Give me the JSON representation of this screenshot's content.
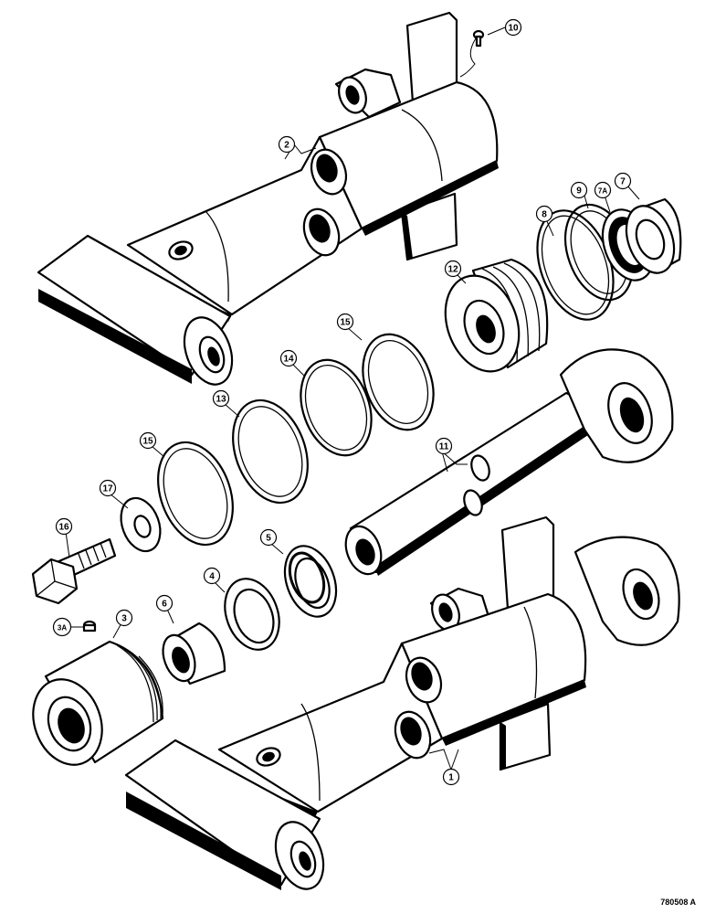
{
  "figure_code": "780508 A",
  "callouts": [
    {
      "id": "c10",
      "label": "10"
    },
    {
      "id": "c2",
      "label": "2"
    },
    {
      "id": "c9",
      "label": "9"
    },
    {
      "id": "c7A",
      "label": "7A"
    },
    {
      "id": "c7",
      "label": "7"
    },
    {
      "id": "c8",
      "label": "8"
    },
    {
      "id": "c12",
      "label": "12"
    },
    {
      "id": "c15a",
      "label": "15"
    },
    {
      "id": "c14",
      "label": "14"
    },
    {
      "id": "c13",
      "label": "13"
    },
    {
      "id": "c15b",
      "label": "15"
    },
    {
      "id": "c11",
      "label": "11"
    },
    {
      "id": "c17",
      "label": "17"
    },
    {
      "id": "c16",
      "label": "16"
    },
    {
      "id": "c5",
      "label": "5"
    },
    {
      "id": "c4",
      "label": "4"
    },
    {
      "id": "c6",
      "label": "6"
    },
    {
      "id": "c3A",
      "label": "3A"
    },
    {
      "id": "c3",
      "label": "3"
    },
    {
      "id": "c1",
      "label": "1"
    }
  ]
}
